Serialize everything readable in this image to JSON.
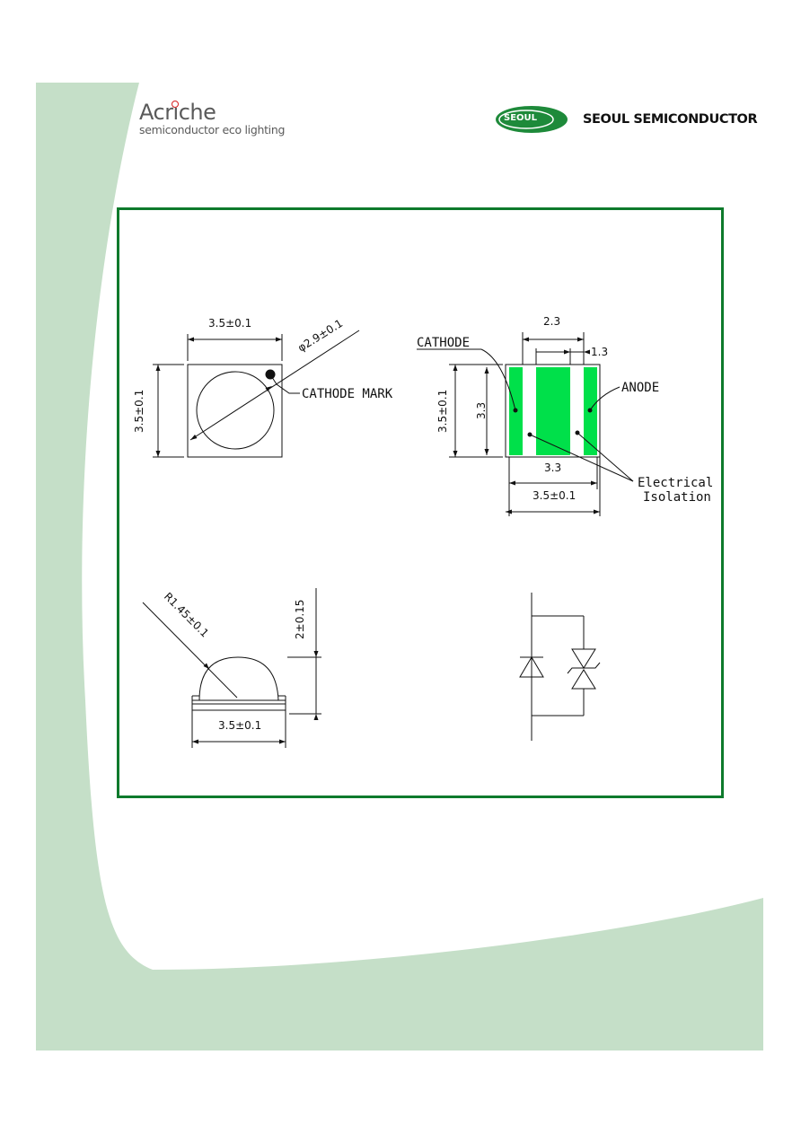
{
  "header": {
    "acriche_logo": {
      "name": "Acriche",
      "tagline": "semiconductor eco lighting"
    },
    "seoul_logo": {
      "badge": "SEOUL",
      "name": "SEOUL SEMICONDUCTOR"
    }
  },
  "colors": {
    "background_swoosh": "#c5dfc8",
    "frame_border": "#0e7a2c",
    "pad_green": "#00e04a"
  },
  "top_view": {
    "width_dim": "3.5±0.1",
    "height_dim": "3.5±0.1",
    "lens_dia": "φ2.9±0.1",
    "cathode_mark": "CATHODE MARK"
  },
  "bottom_view": {
    "dim_2_3": "2.3",
    "dim_1_3": "1.3",
    "cathode": "CATHODE",
    "anode": "ANODE",
    "height_dim": "3.5±0.1",
    "pad_height": "3.3",
    "pad_width": "3.3",
    "width_dim": "3.5±0.1",
    "isolation_line1": "Electrical",
    "isolation_line2": "Isolation"
  },
  "side_view": {
    "radius": "R1.45±0.1",
    "height": "2±0.15",
    "width": "3.5±0.1"
  },
  "circuit": {
    "diode": "diode-symbol",
    "zener": "bidirectional-zener-symbol"
  }
}
